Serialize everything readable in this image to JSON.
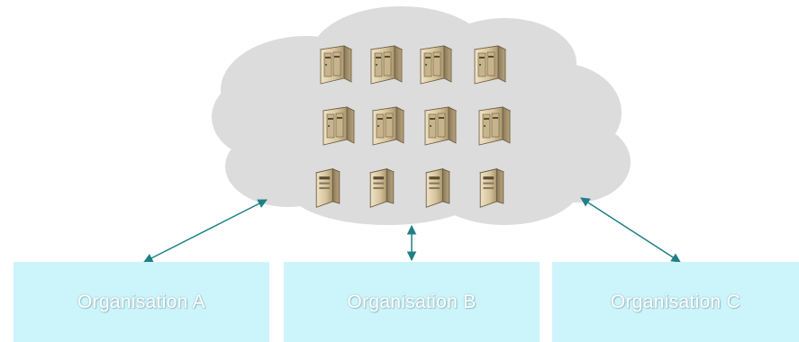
{
  "organisations": [
    {
      "label": "Organisation A"
    },
    {
      "label": "Organisation B"
    },
    {
      "label": "Organisation C"
    }
  ],
  "cloud": {
    "icon": "cloud-icon",
    "color": "#dcdcdc"
  },
  "servers": {
    "tower_icon": "tower-server-icon",
    "desktop_icon": "desktop-server-icon",
    "rows": [
      {
        "type": "tower",
        "count": 4
      },
      {
        "type": "tower",
        "count": 4
      },
      {
        "type": "desktop",
        "count": 4
      }
    ]
  },
  "colors": {
    "box": "#ccf4fb",
    "arrow": "#1f7f86",
    "server_body": "#d9c7a3"
  }
}
